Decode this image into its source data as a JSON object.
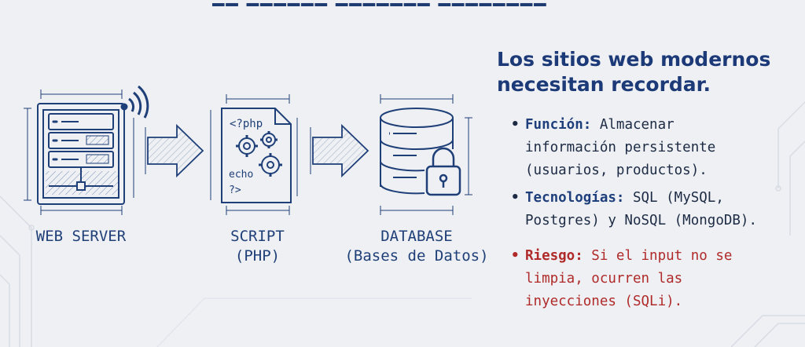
{
  "nodes": {
    "web_server": {
      "label": "WEB SERVER"
    },
    "script": {
      "label": "SCRIPT",
      "sublabel": "(PHP)",
      "code_open": "<?php",
      "code_echo": "echo",
      "code_close": "?>"
    },
    "database": {
      "label": "DATABASE",
      "sublabel": "(Bases de Datos)"
    }
  },
  "panel": {
    "heading_line1": "Los sitios web modernos",
    "heading_line2": "necesitan recordar.",
    "bullets": [
      {
        "key": "Función:",
        "line1": " Almacenar",
        "line2": "información persistente",
        "line3": "(usuarios, productos)."
      },
      {
        "key": "Tecnologías:",
        "line1": " SQL (MySQL,",
        "line2": "Postgres) y NoSQL (MongoDB)."
      },
      {
        "key": "Riesgo:",
        "line1": " Si el input no se",
        "line2": "limpia, ocurren las",
        "line3": "inyecciones (SQLi)."
      }
    ]
  },
  "colors": {
    "accent": "#1f3f78",
    "risk": "#b02a2a",
    "background": "#eef0f3"
  },
  "icons": [
    "server-rack-icon",
    "wifi-signal-icon",
    "script-document-icon",
    "gears-icon",
    "database-cylinder-icon",
    "padlock-icon",
    "arrow-right-icon"
  ]
}
